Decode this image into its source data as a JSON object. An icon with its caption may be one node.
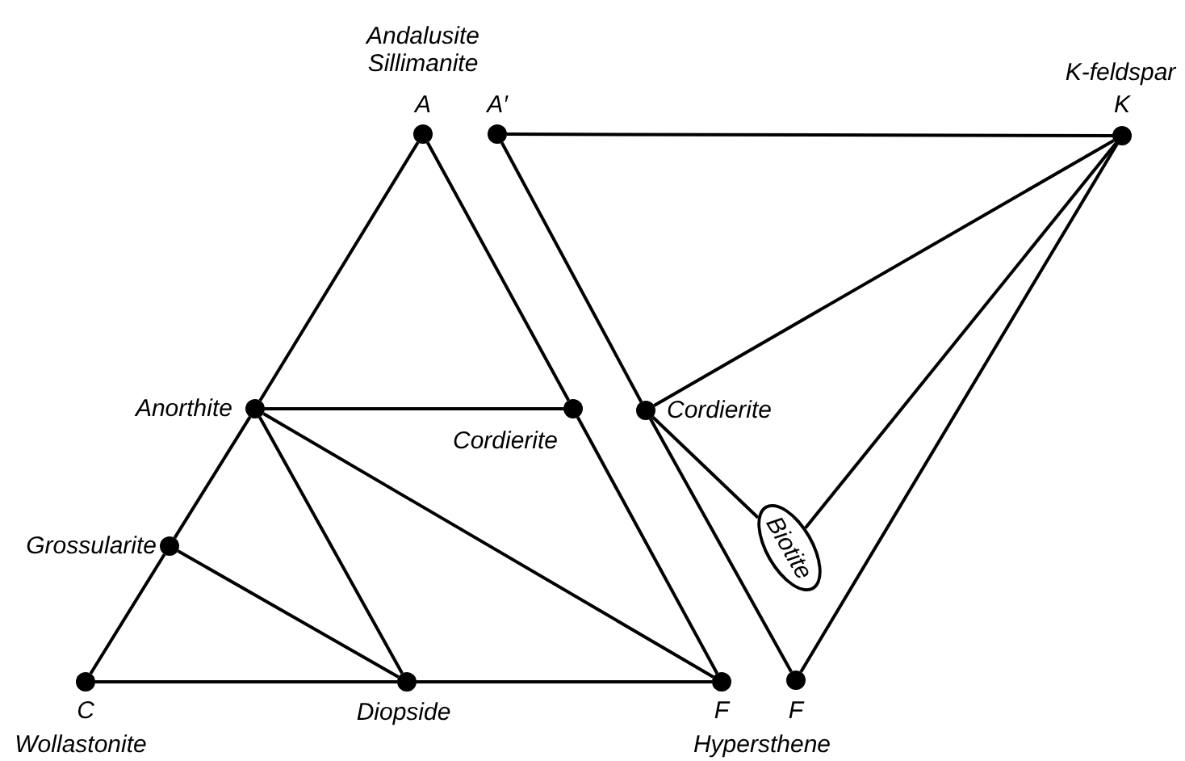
{
  "diagram": {
    "nodes": [
      {
        "text": [
          "Andalusite Sillimanite",
          "A"
        ]
      },
      {
        "text": [
          "A′"
        ]
      },
      {
        "text": [
          "K-feldspar",
          "K"
        ]
      },
      {
        "text": [
          "Anorthite"
        ]
      },
      {
        "text": [
          "Cordierite"
        ]
      },
      {
        "text": [
          "Cordierite"
        ]
      },
      {
        "text": [
          "Grossularite"
        ]
      },
      {
        "text": [
          "Biotite"
        ]
      },
      {
        "text": [
          "C",
          "Wollastonite"
        ]
      },
      {
        "text": [
          "Diopside"
        ]
      },
      {
        "text": [
          "F"
        ]
      },
      {
        "text": [
          "F"
        ]
      }
    ],
    "edges": [
      {
        "from": 0,
        "to": 3,
        "arrow": "none"
      },
      {
        "from": 0,
        "to": 4,
        "arrow": "none"
      },
      {
        "from": 3,
        "to": 4,
        "arrow": "none"
      },
      {
        "from": 4,
        "to": 10,
        "arrow": "none"
      },
      {
        "from": 3,
        "to": 6,
        "arrow": "none"
      },
      {
        "from": 6,
        "to": 8,
        "arrow": "none"
      },
      {
        "from": 8,
        "to": 9,
        "arrow": "none"
      },
      {
        "from": 9,
        "to": 10,
        "arrow": "none"
      },
      {
        "from": 3,
        "to": 9,
        "arrow": "none"
      },
      {
        "from": 3,
        "to": 10,
        "arrow": "none"
      },
      {
        "from": 6,
        "to": 9,
        "arrow": "none"
      },
      {
        "from": 1,
        "to": 2,
        "arrow": "none"
      },
      {
        "from": 1,
        "to": 5,
        "arrow": "none"
      },
      {
        "from": 5,
        "to": 11,
        "arrow": "none"
      },
      {
        "from": 5,
        "to": 2,
        "arrow": "none"
      },
      {
        "from": 5,
        "to": 7,
        "arrow": "none"
      },
      {
        "from": 2,
        "to": 7,
        "arrow": "none"
      },
      {
        "from": 2,
        "to": 11,
        "arrow": "none"
      }
    ],
    "labels": [
      "Hypersthene"
    ]
  }
}
